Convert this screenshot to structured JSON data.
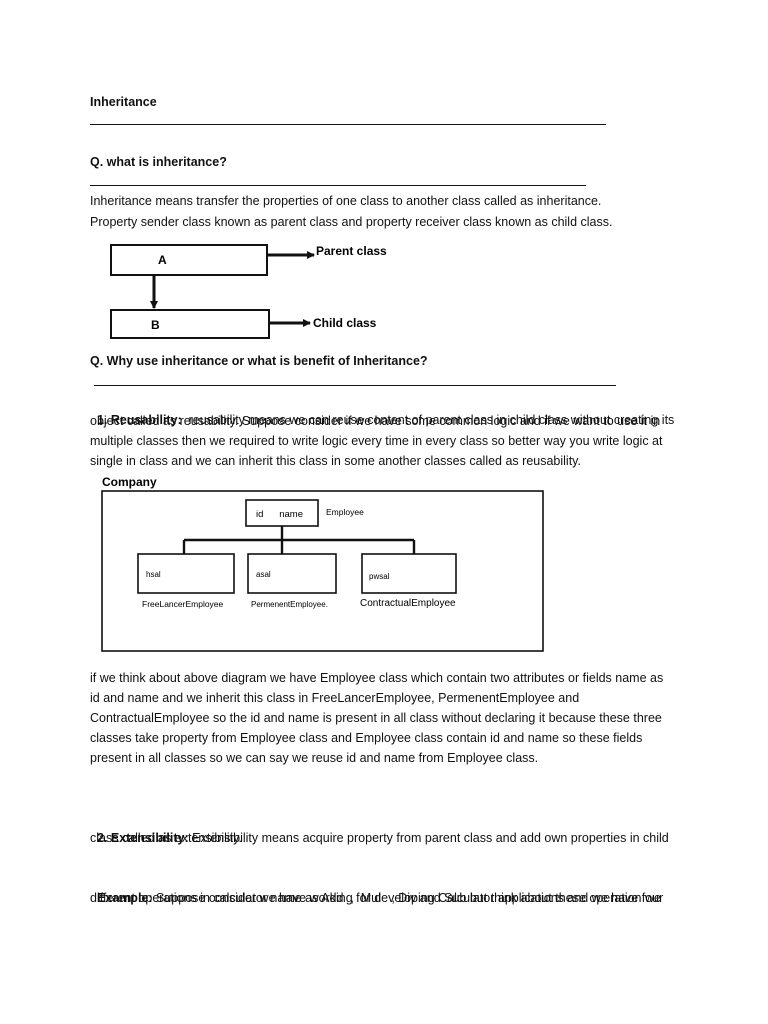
{
  "title": "Inheritance",
  "q1": {
    "heading": "Q. what is inheritance?",
    "lines": [
      "Inheritance means transfer the properties of one class to another class called as inheritance.",
      "Property sender class known as parent class and property receiver class known as child class."
    ]
  },
  "diagram1": {
    "box_a": "A",
    "box_b": "B",
    "parent_label": "Parent class",
    "child_label": "Child class"
  },
  "q2": {
    "heading": "Q. Why use inheritance or what is benefit of Inheritance?",
    "reusability": {
      "label": "1. Reusability:",
      "lines": [
        "  reusability means we can reuse content of parent class in child class without creating its",
        "object called as reusability. Suppose consider if we have some common logic and if we want to use it in",
        "multiple classes then we required to write logic every time in every class so better way you write logic at",
        "single in class and we can inherit this class in some another classes called as reusability."
      ]
    }
  },
  "diagram2": {
    "title": "Company",
    "employee_fields": "id      name",
    "employee_label": "Employee",
    "children": [
      {
        "field": "hsal",
        "name": "FreeLancerEmployee"
      },
      {
        "field": "asal",
        "name": "PermenentEmployee."
      },
      {
        "field": "pwsal",
        "name": "ContractualEmployee"
      }
    ]
  },
  "explanation": [
    "if we think about above diagram we have Employee class which contain two attributes or fields name as",
    "id and name and we inherit this class in FreeLancerEmployee, PermenentEmployee and",
    "ContractualEmployee so the id and name is present in all class without declaring it because these three",
    "classes take property from Employee class and Employee class contain id and name so these fields",
    "present in all classes so we can say we reuse id and name from Employee class."
  ],
  "extensibility": {
    "label": "2. Extensibility:",
    "lines": [
      " Extensibility means acquire property from parent class and add own properties in child",
      "class called as extensibility."
    ]
  },
  "example": {
    "label": "Example:",
    "lines": [
      " Suppose consider we have working for developing Calculator applications and we have four",
      "different operations in calculator name as Add  ,  Mul   , Div and Sub but think about these operation we"
    ]
  }
}
